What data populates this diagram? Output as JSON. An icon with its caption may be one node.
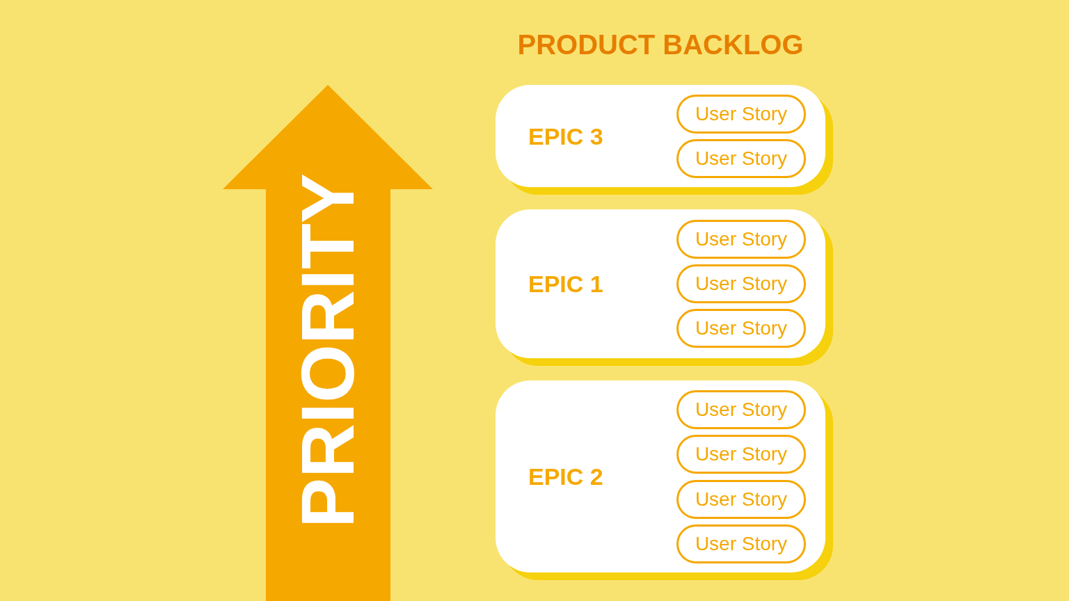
{
  "diagram": {
    "title": "PRODUCT BACKLOG",
    "nodes": [
      {
        "text": [
          "PRIORITY"
        ]
      },
      {
        "text": [
          "EPIC 3"
        ]
      },
      {
        "text": [
          "User Story"
        ],
        "in": 1
      },
      {
        "text": [
          "User Story"
        ],
        "in": 1
      },
      {
        "text": [
          "EPIC 1"
        ]
      },
      {
        "text": [
          "User Story"
        ],
        "in": 4
      },
      {
        "text": [
          "User Story"
        ],
        "in": 4
      },
      {
        "text": [
          "User Story"
        ],
        "in": 4
      },
      {
        "text": [
          "EPIC 2"
        ]
      },
      {
        "text": [
          "User Story"
        ],
        "in": 8
      },
      {
        "text": [
          "User Story"
        ],
        "in": 8
      },
      {
        "text": [
          "User Story"
        ],
        "in": 8
      },
      {
        "text": [
          "User Story"
        ],
        "in": 8
      }
    ]
  }
}
